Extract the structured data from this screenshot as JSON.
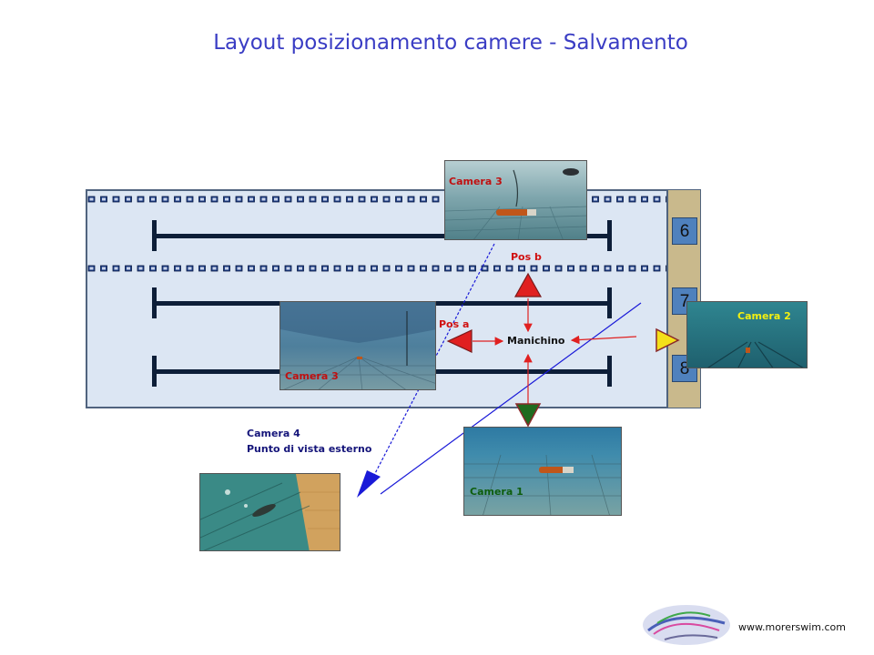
{
  "title": "Layout posizionamento camere  -  Salvamento",
  "lanes": [
    "6",
    "7",
    "8"
  ],
  "labels": {
    "pos_a": "Pos a",
    "pos_b": "Pos b",
    "manichino": "Manichino",
    "camera4_line1": "Camera 4",
    "camera4_line2": "Punto di vista esterno"
  },
  "cameras": {
    "cam1": "Camera 1",
    "cam2": "Camera 2",
    "cam3": "Camera 3",
    "cam3_top": "Camera 3"
  },
  "footer": {
    "url": "www.morerswim.com"
  },
  "colors": {
    "title": "#3a3dc4",
    "pool": "#dce6f3",
    "deck": "#c9b98c",
    "lane_box": "#4f81bd",
    "arrow_red": "#e02020",
    "marker_green": "#1f6b1f",
    "marker_yellow": "#f4e01a",
    "camera4_blue": "#1a1ad8",
    "label_red": "#d01010",
    "label_yellow": "#f4f010",
    "label_green": "#0d5d0d",
    "label_navy": "#15157a"
  }
}
